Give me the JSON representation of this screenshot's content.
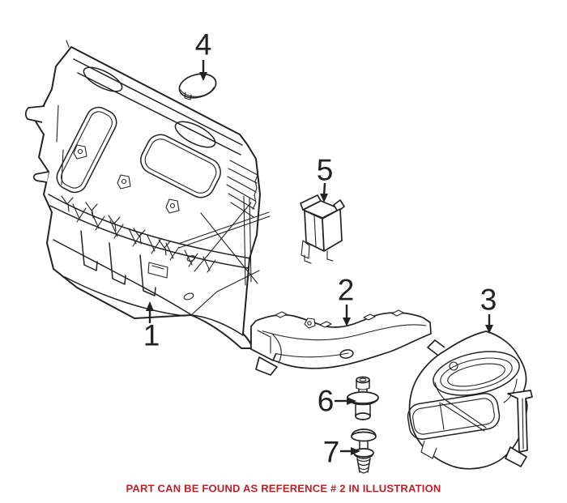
{
  "colors": {
    "ink": "#222222",
    "caption-red": "#bf2026",
    "paper": "#ffffff"
  },
  "diagram": {
    "caption": "PART CAN BE FOUND AS REFERENCE # 2 IN ILLUSTRATION",
    "callouts": [
      "1",
      "2",
      "3",
      "4",
      "5",
      "6",
      "7"
    ]
  }
}
